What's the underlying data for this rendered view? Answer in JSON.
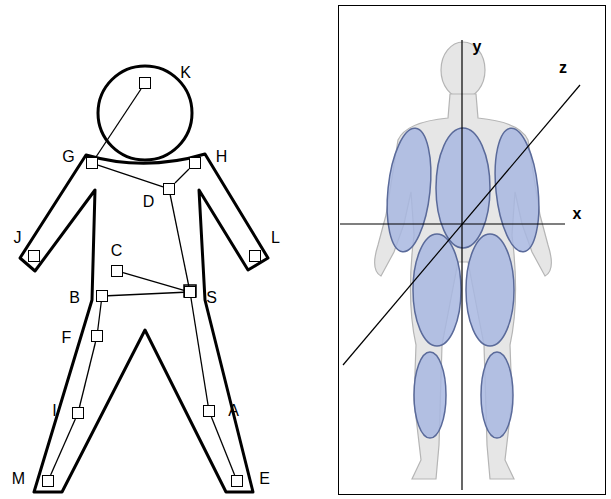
{
  "diagram": {
    "nodes": [
      {
        "text": [
          "K"
        ]
      },
      {
        "text": [
          "G"
        ]
      },
      {
        "text": [
          "H"
        ]
      },
      {
        "text": [
          "D"
        ]
      },
      {
        "text": [
          "J"
        ]
      },
      {
        "text": [
          "L"
        ]
      },
      {
        "text": [
          "C"
        ]
      },
      {
        "text": [
          "B"
        ]
      },
      {
        "text": [
          "S"
        ]
      },
      {
        "text": [
          "F"
        ]
      },
      {
        "text": [
          "I"
        ]
      },
      {
        "text": [
          "A"
        ]
      },
      {
        "text": [
          "M"
        ]
      },
      {
        "text": [
          "E"
        ]
      }
    ],
    "edges": [
      {
        "from": 0,
        "to": 1,
        "arrow": "none"
      },
      {
        "from": 1,
        "to": 3,
        "arrow": "none"
      },
      {
        "from": 3,
        "to": 2,
        "arrow": "none"
      },
      {
        "from": 3,
        "to": 8,
        "arrow": "none"
      },
      {
        "from": 8,
        "to": 11,
        "arrow": "none"
      },
      {
        "from": 11,
        "to": 13,
        "arrow": "none"
      },
      {
        "from": 6,
        "to": 8,
        "arrow": "none"
      },
      {
        "from": 7,
        "to": 8,
        "arrow": "none"
      },
      {
        "from": 7,
        "to": 9,
        "arrow": "none"
      },
      {
        "from": 9,
        "to": 10,
        "arrow": "none"
      },
      {
        "from": 10,
        "to": 12,
        "arrow": "none"
      }
    ],
    "labels": [
      "y",
      "z",
      "x"
    ]
  }
}
